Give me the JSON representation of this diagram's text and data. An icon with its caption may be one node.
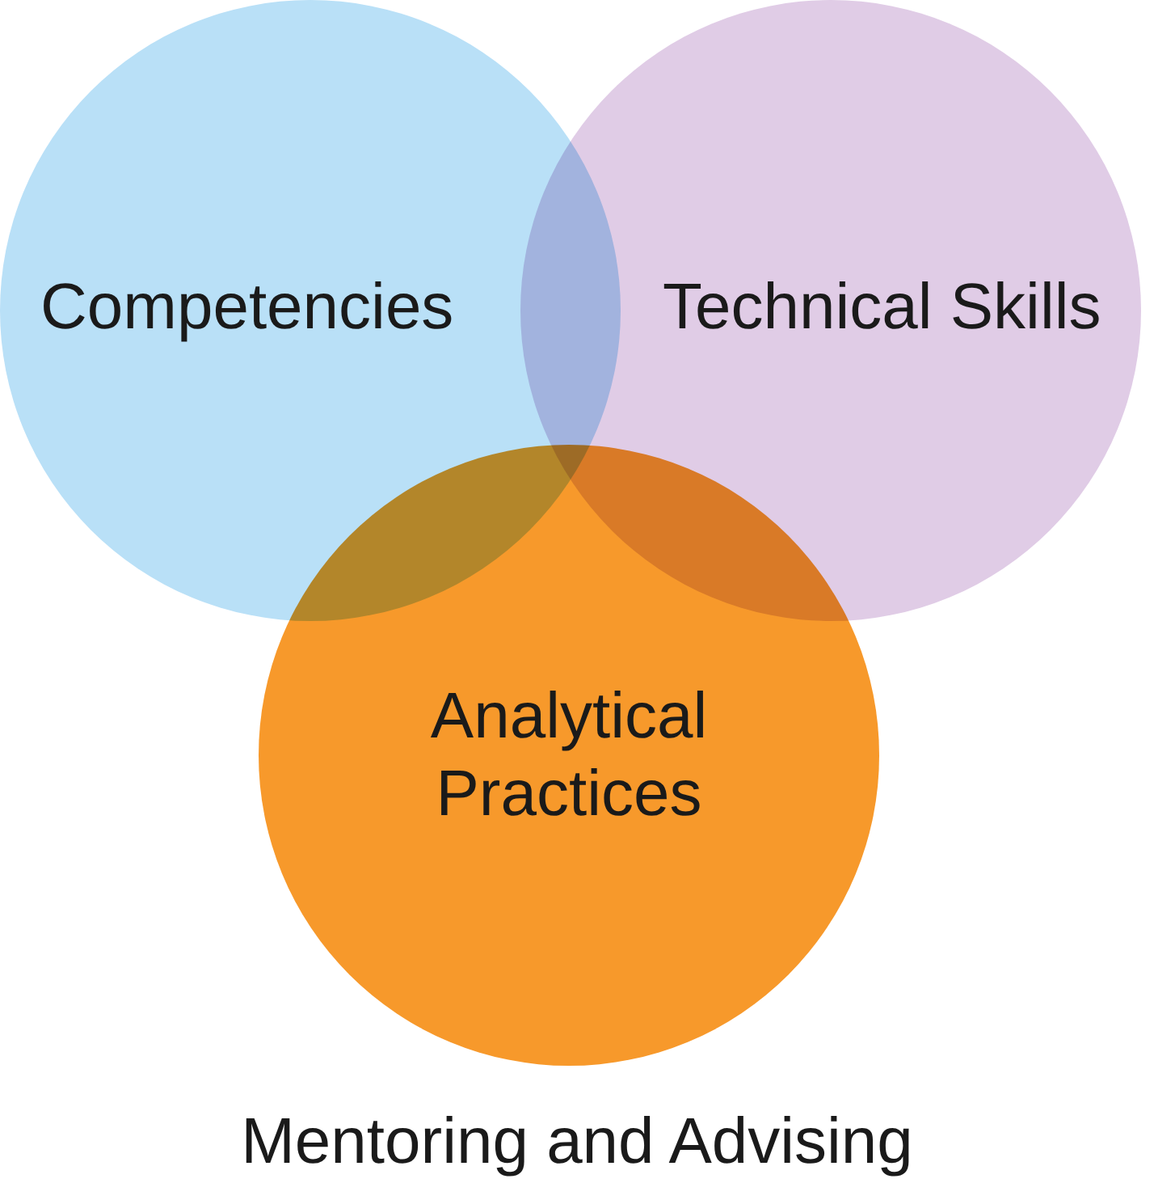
{
  "diagram": {
    "caption": "Mentoring and Advising",
    "nodes": [
      {
        "text": [
          "Competencies"
        ]
      },
      {
        "text": [
          "Technical Skills"
        ]
      },
      {
        "text": [
          "Analytical Practices"
        ]
      }
    ]
  }
}
